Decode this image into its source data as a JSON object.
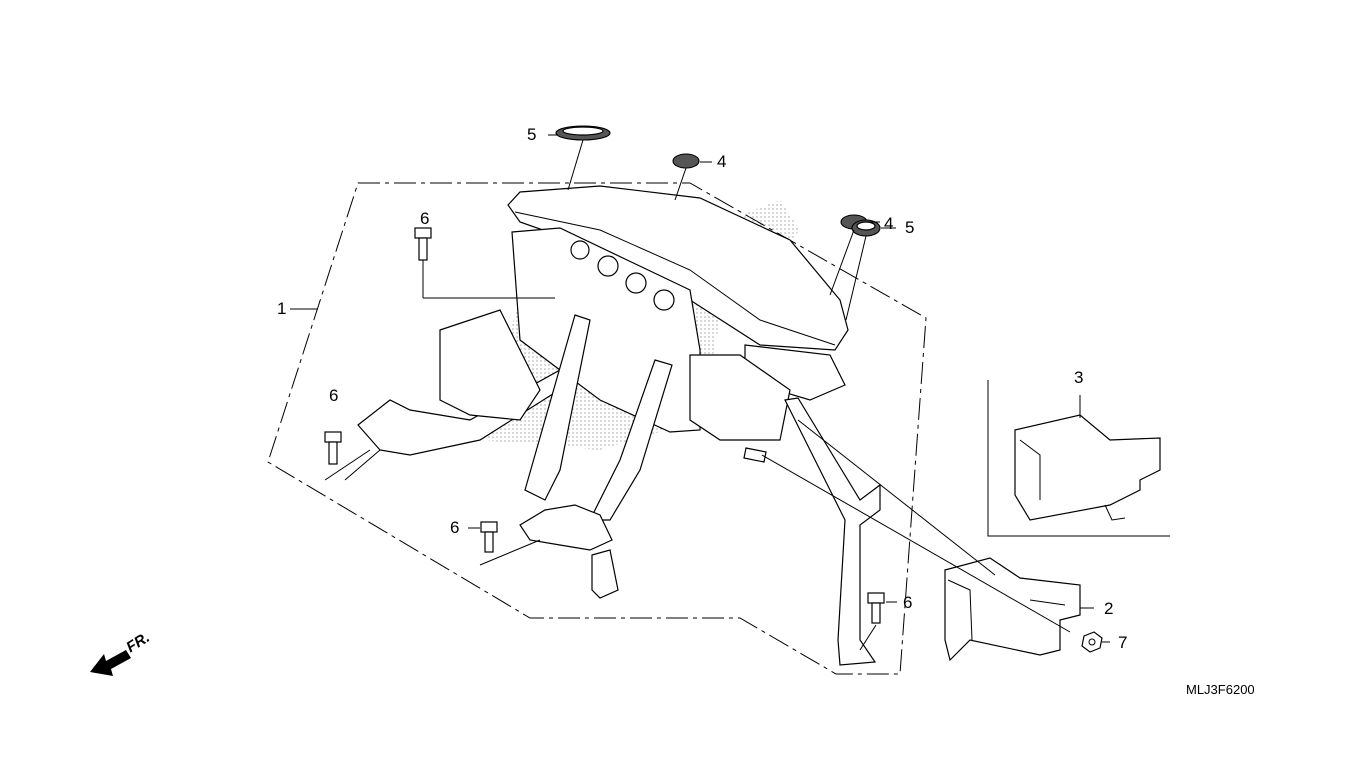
{
  "callouts": [
    {
      "id": "c1",
      "text": "1"
    },
    {
      "id": "c2",
      "text": "2"
    },
    {
      "id": "c3",
      "text": "3"
    },
    {
      "id": "c4a",
      "text": "4"
    },
    {
      "id": "c4b",
      "text": "4"
    },
    {
      "id": "c5a",
      "text": "5"
    },
    {
      "id": "c5b",
      "text": "5"
    },
    {
      "id": "c6a",
      "text": "6"
    },
    {
      "id": "c6b",
      "text": "6"
    },
    {
      "id": "c6c",
      "text": "6"
    },
    {
      "id": "c6d",
      "text": "6"
    },
    {
      "id": "c7",
      "text": "7"
    }
  ],
  "direction_label": "FR.",
  "diagram_code": "MLJ3F6200"
}
